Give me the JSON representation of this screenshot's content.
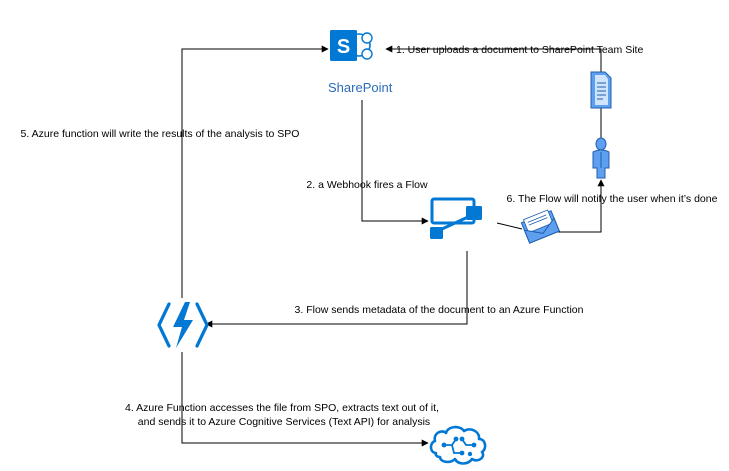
{
  "nodes": {
    "sharepoint": {
      "label": "SharePoint",
      "icon": "sharepoint-icon"
    },
    "flow": {
      "icon": "flow-icon"
    },
    "azure_function": {
      "icon": "azure-function-icon"
    },
    "cognitive_services": {
      "icon": "cognitive-services-brain-icon"
    },
    "document": {
      "icon": "document-icon"
    },
    "user": {
      "icon": "user-icon"
    },
    "email": {
      "icon": "email-icon"
    }
  },
  "steps": {
    "step1": "1. User uploads a document to SharePoint Team Site",
    "step2": "2. a Webhook fires a Flow",
    "step3": "3. Flow sends metadata of the document to an Azure Function",
    "step4_line1": "4. Azure Function accesses the file from SPO, extracts text out of it,",
    "step4_line2": "and sends it to Azure Cognitive Services (Text API) for analysis",
    "step5": "5. Azure function will write the results of the analysis to SPO",
    "step6": "6. The Flow will notify the user when it’s done"
  },
  "colors": {
    "azure_blue": "#0078d4",
    "sharepoint_teal": "#036c70",
    "sharepoint_label": "#2b6cb8",
    "light_blue": "#5ea0ef",
    "line": "#000000"
  }
}
